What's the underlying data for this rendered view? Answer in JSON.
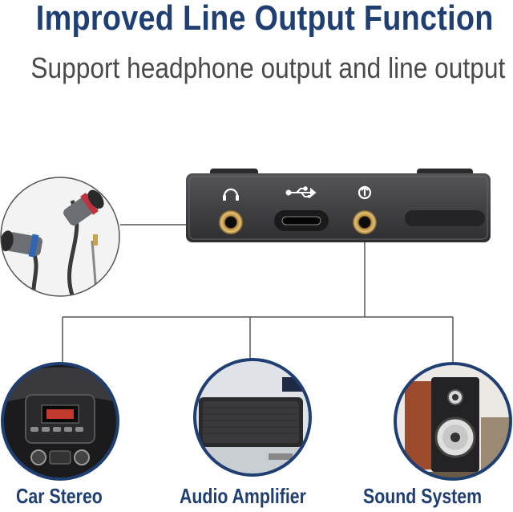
{
  "title": "Improved Line Output Function",
  "subtitle": "Support headphone output and line output",
  "device": {
    "ports": [
      {
        "icon": "headphone-icon"
      },
      {
        "icon": "usb-icon"
      },
      {
        "icon": "line-out-icon"
      }
    ]
  },
  "outputs": [
    {
      "label": "Car Stereo",
      "image": "car-stereo-image"
    },
    {
      "label": "Audio Amplifier",
      "image": "speaker-amplifier-image"
    },
    {
      "label": "Sound System",
      "image": "speaker-system-image"
    }
  ],
  "colors": {
    "title": "#1f3f73",
    "subtitle": "#4a4a4a",
    "caption": "#1f3f73",
    "circle_border": "#1f3f73",
    "device_body": "#3c3c3f",
    "connector_lines": "#555555"
  }
}
